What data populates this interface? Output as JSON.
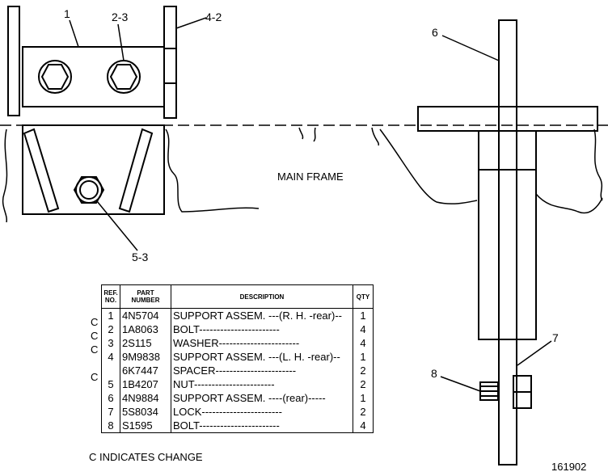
{
  "callouts": {
    "c1": "1",
    "c2_3": "2-3",
    "c4_2": "4-2",
    "c5_3": "5-3",
    "c6": "6",
    "c7": "7",
    "c8": "8"
  },
  "main_frame_label": "MAIN FRAME",
  "table": {
    "headers": {
      "ref": "REF. NO.",
      "part": "PART NUMBER",
      "desc": "DESCRIPTION",
      "qty": "QTY"
    },
    "rows": [
      {
        "change": "C",
        "ref": "1",
        "part": "4N5704",
        "desc": "SUPPORT ASSEM. ---(R. H. -rear)--",
        "qty": "1"
      },
      {
        "change": "C",
        "ref": "2",
        "part": "1A8063",
        "desc": "BOLT-----------------------",
        "qty": "4"
      },
      {
        "change": "C",
        "ref": "3",
        "part": "2S115",
        "desc": "WASHER-----------------------",
        "qty": "4"
      },
      {
        "change": "",
        "ref": "4",
        "part": "9M9838",
        "desc": "SUPPORT ASSEM. ---(L. H. -rear)--",
        "qty": "1"
      },
      {
        "change": "C",
        "ref": "",
        "part": "6K7447",
        "desc": "SPACER-----------------------",
        "qty": "2"
      },
      {
        "change": "",
        "ref": "5",
        "part": "1B4207",
        "desc": "NUT-----------------------",
        "qty": "2"
      },
      {
        "change": "",
        "ref": "6",
        "part": "4N9884",
        "desc": "SUPPORT ASSEM. ----(rear)-----",
        "qty": "1"
      },
      {
        "change": "",
        "ref": "7",
        "part": "5S8034",
        "desc": "LOCK-----------------------",
        "qty": "2"
      },
      {
        "change": "",
        "ref": "8",
        "part": "S1595",
        "desc": "BOLT-----------------------",
        "qty": "4"
      }
    ]
  },
  "change_note": "C INDICATES CHANGE",
  "drawing_number": "161902"
}
